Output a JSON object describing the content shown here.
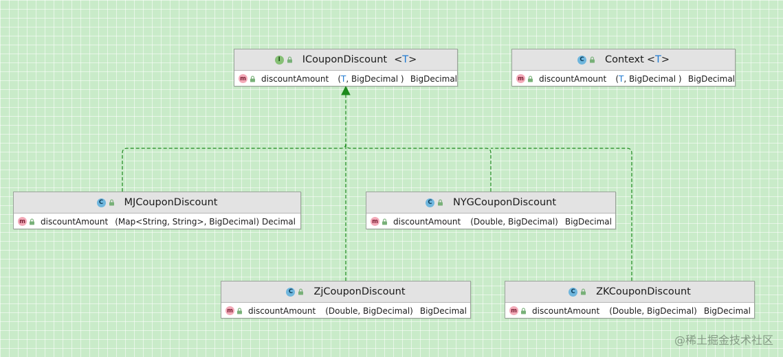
{
  "watermark": "@稀土掘金技术社区",
  "colors": {
    "background": "#c9ebc9",
    "edge": "#1d8a1d",
    "type_param": "#1f7ad1",
    "class_icon": "#6fb6dd",
    "interface_icon": "#86c075",
    "method_icon": "#f3a9b8"
  },
  "icons": {
    "class": "class-c-icon",
    "interface": "interface-i-icon",
    "method": "method-m-icon",
    "visibility": "public-lock-icon"
  },
  "nodes": {
    "icoupon": {
      "kind_letter": "I",
      "name": "ICouponDiscount",
      "type_open": "<",
      "type_param": "T",
      "type_close": ">",
      "method": {
        "letter": "m",
        "name": "discountAmount",
        "open": "(",
        "param1": "T",
        "param1_sep": ",",
        "param2": "BigDecimal",
        "close": ")",
        "return": "BigDecimal"
      }
    },
    "context": {
      "kind_letter": "C",
      "name": "Context",
      "type_open": "<",
      "type_param": "T",
      "type_close": ">",
      "method": {
        "letter": "m",
        "name": "discountAmount",
        "open": "(",
        "param1": "T",
        "param1_sep": ",",
        "param2": "BigDecimal",
        "close": ")",
        "return": "BigDecimal"
      }
    },
    "mj": {
      "kind_letter": "C",
      "name": "MJCouponDiscount",
      "method": {
        "letter": "m",
        "name": "discountAmount",
        "params": "(Map<String, String>, BigDecimal)",
        "return_partial": "Decimal"
      }
    },
    "nyg": {
      "kind_letter": "C",
      "name": "NYGCouponDiscount",
      "method": {
        "letter": "m",
        "name": "discountAmount",
        "params": "(Double, BigDecimal)",
        "return": "BigDecimal"
      }
    },
    "zj": {
      "kind_letter": "C",
      "name": "ZjCouponDiscount",
      "method": {
        "letter": "m",
        "name": "discountAmount",
        "params": "(Double, BigDecimal)",
        "return": "BigDecimal"
      }
    },
    "zk": {
      "kind_letter": "C",
      "name": "ZKCouponDiscount",
      "method": {
        "letter": "m",
        "name": "discountAmount",
        "params": "(Double, BigDecimal)",
        "return": "BigDecimal"
      }
    }
  },
  "edges": [
    {
      "from": "mj",
      "to": "icoupon",
      "type": "realization"
    },
    {
      "from": "nyg",
      "to": "icoupon",
      "type": "realization"
    },
    {
      "from": "zj",
      "to": "icoupon",
      "type": "realization"
    },
    {
      "from": "zk",
      "to": "icoupon",
      "type": "realization"
    }
  ]
}
